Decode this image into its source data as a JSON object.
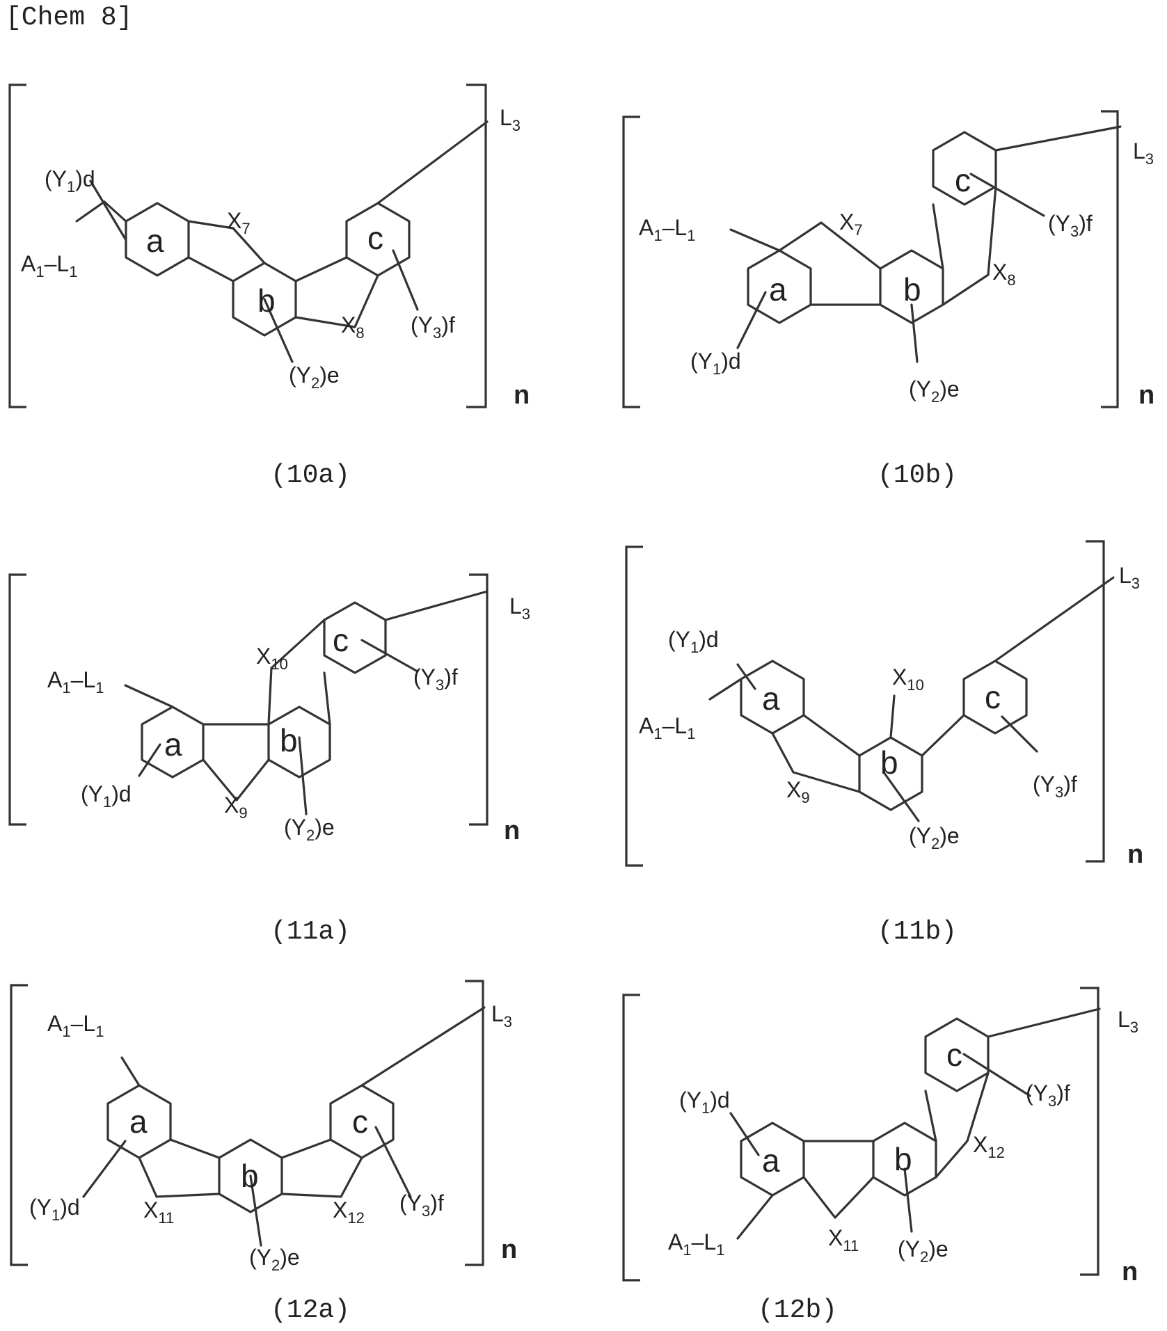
{
  "heading": "[Chem 8]",
  "ring_labels": {
    "a": "a",
    "b": "b",
    "c": "c"
  },
  "structures": [
    {
      "id": "10a",
      "caption": "(10a)",
      "repeat": "n",
      "group": {
        "pre": "A",
        "s1": "1",
        "mid": "–L",
        "s2": "1"
      },
      "link": {
        "main": "L",
        "sub": "3"
      },
      "subs": [
        {
          "pre": "(Y",
          "sub": "1",
          "post": ")d"
        },
        {
          "pre": "(Y",
          "sub": "2",
          "post": ")e"
        },
        {
          "pre": "(Y",
          "sub": "3",
          "post": ")f"
        }
      ],
      "hetero": [
        {
          "main": "X",
          "sub": "7"
        },
        {
          "main": "X",
          "sub": "8"
        }
      ]
    },
    {
      "id": "10b",
      "caption": "(10b)",
      "repeat": "n",
      "group": {
        "pre": "A",
        "s1": "1",
        "mid": "–L",
        "s2": "1"
      },
      "link": {
        "main": "L",
        "sub": "3"
      },
      "subs": [
        {
          "pre": "(Y",
          "sub": "1",
          "post": ")d"
        },
        {
          "pre": "(Y",
          "sub": "2",
          "post": ")e"
        },
        {
          "pre": "(Y",
          "sub": "3",
          "post": ")f"
        }
      ],
      "hetero": [
        {
          "main": "X",
          "sub": "7"
        },
        {
          "main": "X",
          "sub": "8"
        }
      ]
    },
    {
      "id": "11a",
      "caption": "(11a)",
      "repeat": "n",
      "group": {
        "pre": "A",
        "s1": "1",
        "mid": "–L",
        "s2": "1"
      },
      "link": {
        "main": "L",
        "sub": "3"
      },
      "subs": [
        {
          "pre": "(Y",
          "sub": "1",
          "post": ")d"
        },
        {
          "pre": "(Y",
          "sub": "2",
          "post": ")e"
        },
        {
          "pre": "(Y",
          "sub": "3",
          "post": ")f"
        }
      ],
      "hetero": [
        {
          "main": "X",
          "sub": "10"
        },
        {
          "main": "X",
          "sub": "9"
        }
      ]
    },
    {
      "id": "11b",
      "caption": "(11b)",
      "repeat": "n",
      "group": {
        "pre": "A",
        "s1": "1",
        "mid": "–L",
        "s2": "1"
      },
      "link": {
        "main": "L",
        "sub": "3"
      },
      "subs": [
        {
          "pre": "(Y",
          "sub": "1",
          "post": ")d"
        },
        {
          "pre": "(Y",
          "sub": "2",
          "post": ")e"
        },
        {
          "pre": "(Y",
          "sub": "3",
          "post": ")f"
        }
      ],
      "hetero": [
        {
          "main": "X",
          "sub": "10"
        },
        {
          "main": "X",
          "sub": "9"
        }
      ]
    },
    {
      "id": "12a",
      "caption": "(12a)",
      "repeat": "n",
      "group": {
        "pre": "A",
        "s1": "1",
        "mid": "–L",
        "s2": "1"
      },
      "link": {
        "main": "L",
        "sub": "3"
      },
      "subs": [
        {
          "pre": "(Y",
          "sub": "1",
          "post": ")d"
        },
        {
          "pre": "(Y",
          "sub": "2",
          "post": ")e"
        },
        {
          "pre": "(Y",
          "sub": "3",
          "post": ")f"
        }
      ],
      "hetero": [
        {
          "main": "X",
          "sub": "11"
        },
        {
          "main": "X",
          "sub": "12"
        }
      ]
    },
    {
      "id": "12b",
      "caption": "(12b)",
      "repeat": "n",
      "group": {
        "pre": "A",
        "s1": "1",
        "mid": "–L",
        "s2": "1"
      },
      "link": {
        "main": "L",
        "sub": "3"
      },
      "subs": [
        {
          "pre": "(Y",
          "sub": "1",
          "post": ")d"
        },
        {
          "pre": "(Y",
          "sub": "2",
          "post": ")e"
        },
        {
          "pre": "(Y",
          "sub": "3",
          "post": ")f"
        }
      ],
      "hetero": [
        {
          "main": "X",
          "sub": "11"
        },
        {
          "main": "X",
          "sub": "12"
        }
      ]
    }
  ]
}
